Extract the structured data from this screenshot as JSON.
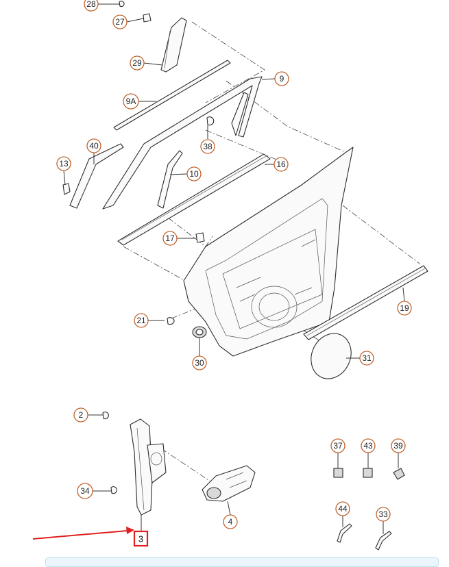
{
  "callouts": [
    {
      "id": "c28",
      "label": "28"
    },
    {
      "id": "c27",
      "label": "27"
    },
    {
      "id": "c29",
      "label": "29"
    },
    {
      "id": "c9",
      "label": "9"
    },
    {
      "id": "c9a",
      "label": "9A"
    },
    {
      "id": "c38",
      "label": "38"
    },
    {
      "id": "c40",
      "label": "40"
    },
    {
      "id": "c13",
      "label": "13"
    },
    {
      "id": "c10",
      "label": "10"
    },
    {
      "id": "c16",
      "label": "16"
    },
    {
      "id": "c17",
      "label": "17"
    },
    {
      "id": "c19",
      "label": "19"
    },
    {
      "id": "c21",
      "label": "21"
    },
    {
      "id": "c30",
      "label": "30"
    },
    {
      "id": "c31",
      "label": "31"
    },
    {
      "id": "c2",
      "label": "2"
    },
    {
      "id": "c34",
      "label": "34"
    },
    {
      "id": "c4",
      "label": "4"
    },
    {
      "id": "c37",
      "label": "37"
    },
    {
      "id": "c43",
      "label": "43"
    },
    {
      "id": "c39",
      "label": "39"
    },
    {
      "id": "c44",
      "label": "44"
    },
    {
      "id": "c33",
      "label": "33"
    }
  ],
  "highlighted_part": {
    "label": "3"
  },
  "colors": {
    "callout_border": "#c0622a",
    "highlight": "#e01e1e",
    "info_bar": "#eaf6fb"
  }
}
